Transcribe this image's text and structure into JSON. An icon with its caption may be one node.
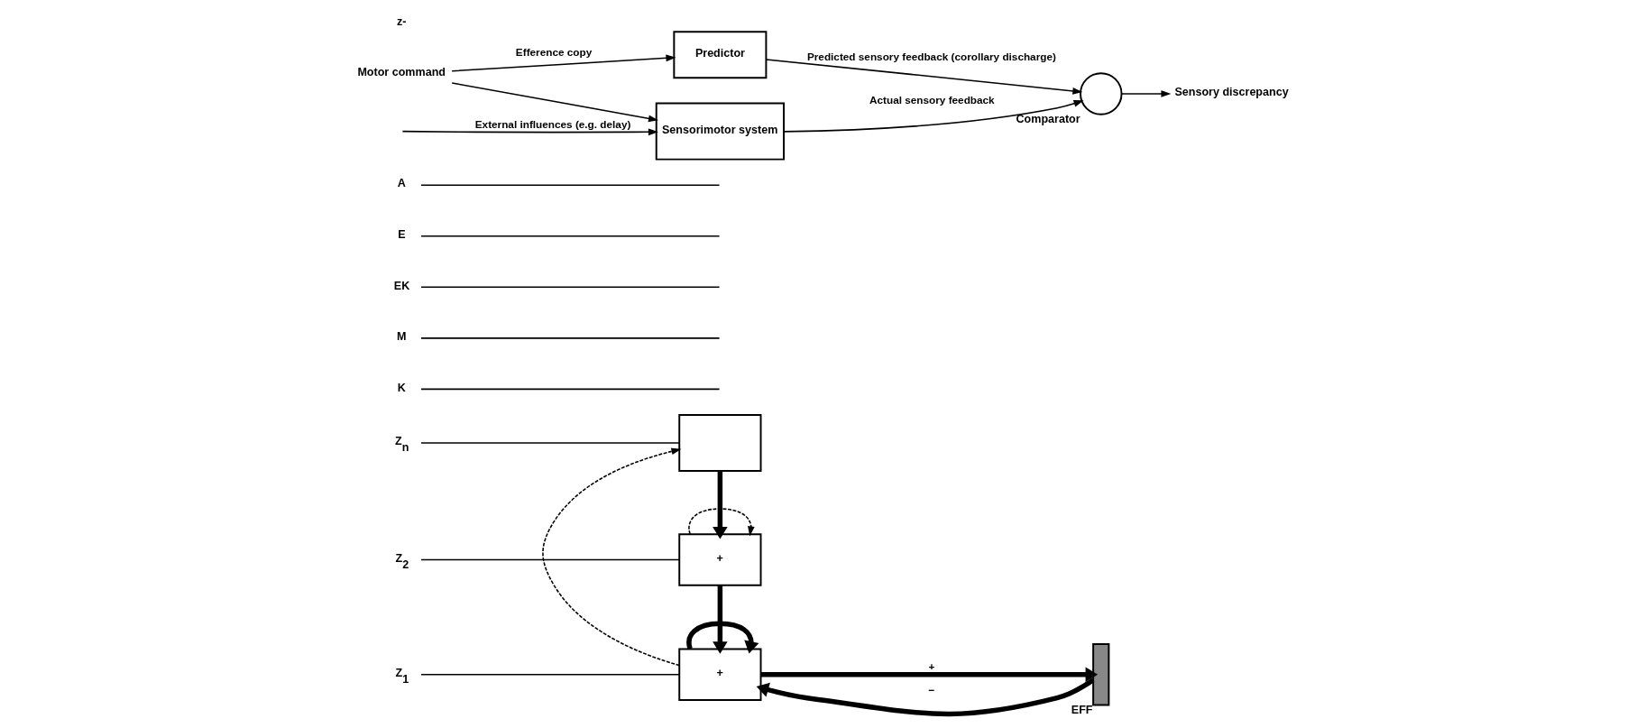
{
  "diagram": {
    "nodes": [
      {
        "text": [],
        "shape": "box"
      },
      {
        "text": [
          "+"
        ]
      },
      {
        "text": [
          "+"
        ]
      },
      {
        "text": [],
        "shape": "bar",
        "beside": [
          "EFF"
        ]
      },
      {
        "text": [
          "Z$_{n}$"
        ]
      },
      {
        "text": [
          "K"
        ]
      },
      {
        "text": [
          "Z$_{2}$"
        ]
      },
      {
        "text": [
          "M"
        ]
      },
      {
        "text": [
          "Z$_{1}$"
        ]
      },
      {
        "text": [
          "EK"
        ]
      },
      {
        "text": [
          "E"
        ]
      },
      {
        "text": [
          "A"
        ]
      },
      {
        "text": [
          "Motor command"
        ]
      },
      {
        "text": [
          "Predictor"
        ]
      },
      {
        "text": [
          "Sensorimotor system"
        ]
      },
      {
        "text": [],
        "shape": "circle",
        "beside": [
          "Comparator"
        ]
      },
      {
        "text": [
          "Sensory discrepancy"
        ]
      }
    ],
    "edges": [
      {
        "from": 0,
        "to": 1,
        "arrow": "to",
        "style": "thick"
      },
      {
        "from": 1,
        "to": 2,
        "arrow": "to",
        "style": "thick"
      },
      {
        "from": 2,
        "to": 0,
        "arrow": "to",
        "style": "dashed"
      },
      {
        "from": 1,
        "to": 1,
        "arrow": "to",
        "style": "dashed"
      },
      {
        "from": 2,
        "to": 2,
        "arrow": "to",
        "style": "thick"
      },
      {
        "from": 3,
        "to": 2,
        "arrow": "to",
        "label": "−",
        "style": "thick"
      },
      {
        "from": 2,
        "to": 3,
        "arrow": "to",
        "label": "+",
        "style": "thick"
      },
      {
        "from": 4,
        "to": 0,
        "arrow": "none"
      },
      {
        "from": 5,
        "to": null,
        "arrow": "none"
      },
      {
        "from": 6,
        "to": 1,
        "arrow": "none"
      },
      {
        "from": 7,
        "to": null,
        "arrow": "none"
      },
      {
        "from": 8,
        "to": 2,
        "arrow": "none"
      },
      {
        "from": 9,
        "to": null,
        "arrow": "none"
      },
      {
        "from": 10,
        "to": null,
        "arrow": "none"
      },
      {
        "from": 11,
        "to": null,
        "arrow": "none"
      },
      {
        "from": 12,
        "to": 14,
        "arrow": "to"
      },
      {
        "from": 12,
        "to": 13,
        "arrow": "to",
        "label": "Efference copy"
      },
      {
        "from": 13,
        "to": 15,
        "arrow": "to",
        "label": "Predicted sensory feedback (corollary discharge)"
      },
      {
        "from": 14,
        "to": 15,
        "arrow": "to",
        "label": "Actual sensory feedback"
      },
      {
        "from": 15,
        "to": 16,
        "arrow": "to"
      },
      {
        "from": null,
        "to": 14,
        "arrow": "to",
        "label": "External influences (e.g. delay)"
      }
    ],
    "labels": [
      "z-"
    ]
  }
}
